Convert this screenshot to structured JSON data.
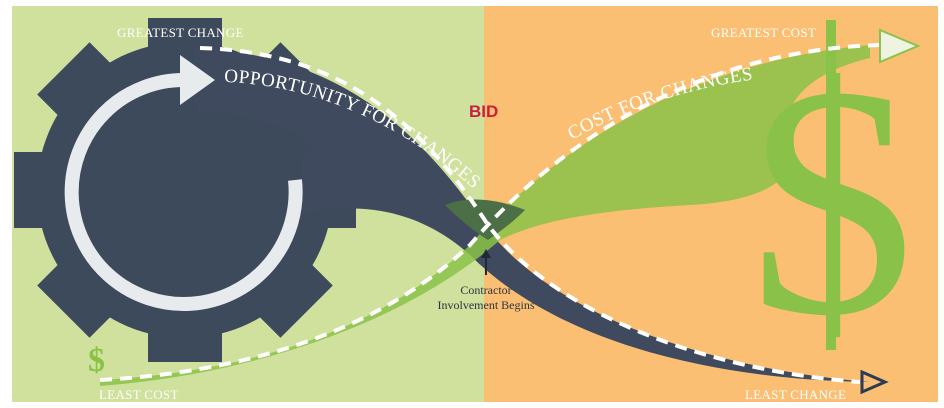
{
  "labels": {
    "greatest_change": "GREATEST CHANGE",
    "greatest_cost": "GREATEST COST",
    "least_cost": "LEAST COST",
    "least_change": "LEAST CHANGE",
    "opportunity": "OPPORTUNITY FOR CHANGES",
    "cost_for_changes": "COST FOR CHANGES",
    "bid": "BID",
    "contractor_line1": "Contractor",
    "contractor_line2": "Involvement Begins",
    "small_dollar": "$",
    "big_dollar": "$"
  },
  "colors": {
    "left_panel": "#cfe19c",
    "right_panel": "#fbbf73",
    "gear": "#3d4a5c",
    "green_curve": "#8ac249",
    "dark_curve": "#3f4a5e",
    "bid": "#cc1f3a"
  },
  "icons": [
    "gear-icon",
    "circular-arrow-icon",
    "dollar-icon",
    "arrow-head-icon",
    "up-arrow-icon"
  ]
}
